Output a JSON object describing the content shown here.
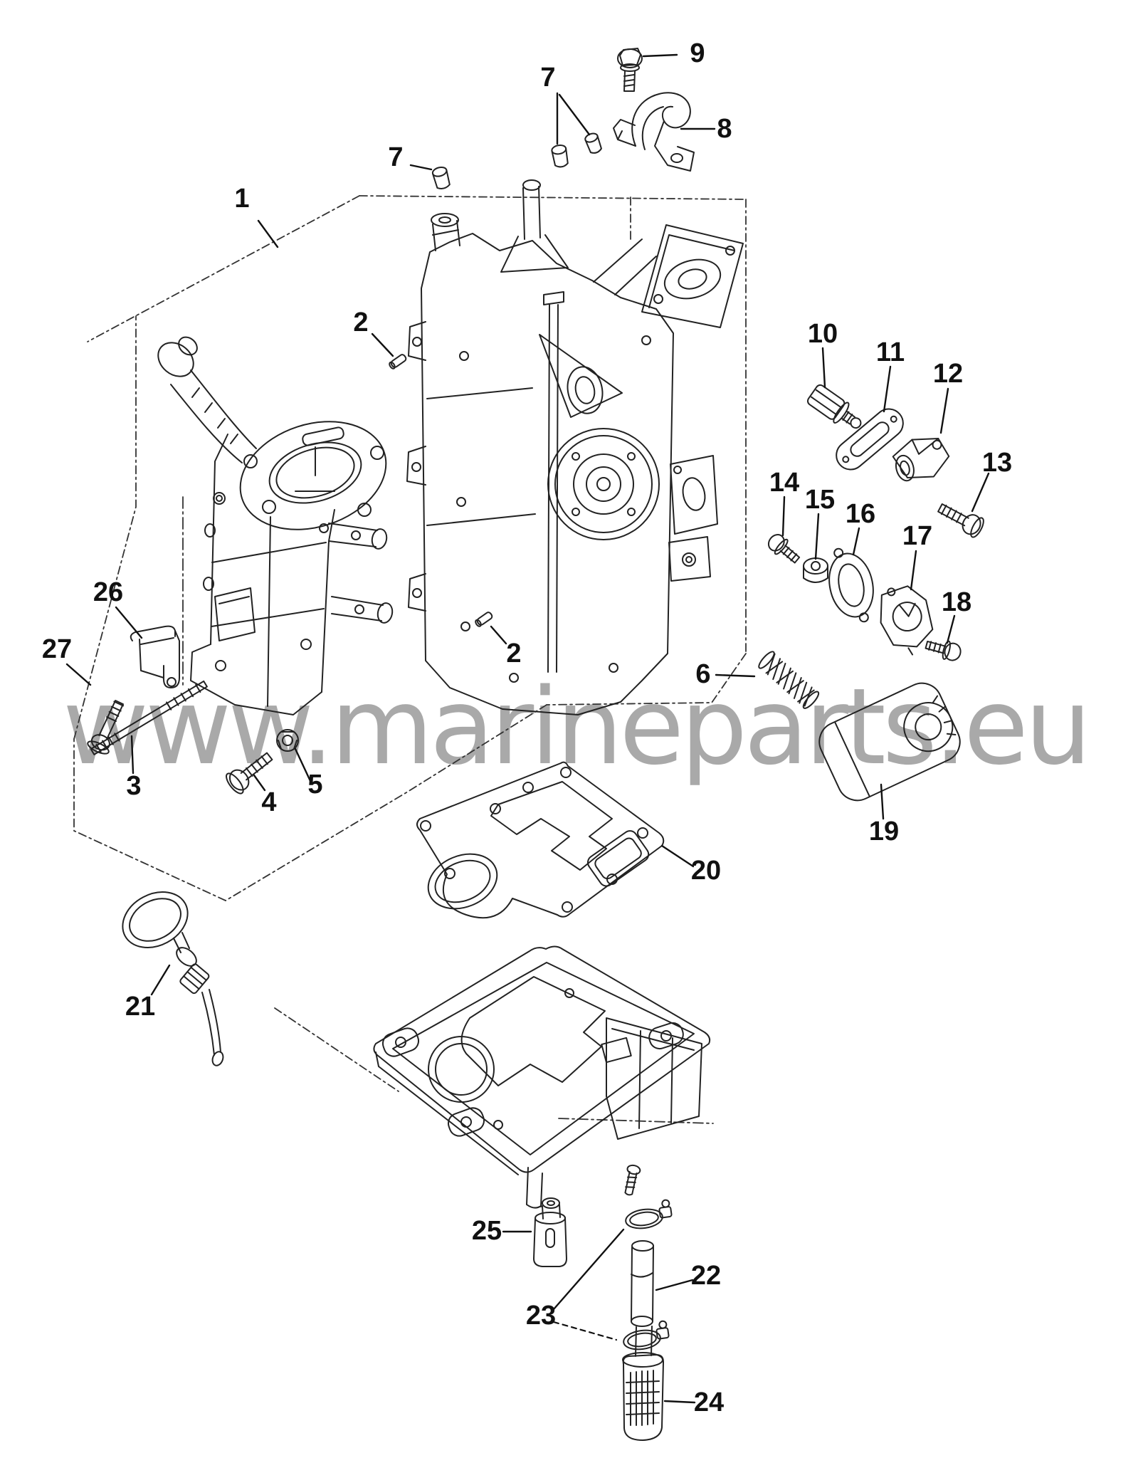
{
  "diagram": {
    "type": "exploded-parts-diagram",
    "watermark": "www.marineparts.eu",
    "colors": {
      "background": "#ffffff",
      "linework": "#222222",
      "labels": "#111111",
      "watermark": "#a9a9a9"
    },
    "callouts": [
      {
        "label": "1"
      },
      {
        "label": "2"
      },
      {
        "label": "2"
      },
      {
        "label": "3"
      },
      {
        "label": "4"
      },
      {
        "label": "5"
      },
      {
        "label": "6"
      },
      {
        "label": "7"
      },
      {
        "label": "7"
      },
      {
        "label": "8"
      },
      {
        "label": "9"
      },
      {
        "label": "10"
      },
      {
        "label": "11"
      },
      {
        "label": "12"
      },
      {
        "label": "13"
      },
      {
        "label": "14"
      },
      {
        "label": "15"
      },
      {
        "label": "16"
      },
      {
        "label": "17"
      },
      {
        "label": "18"
      },
      {
        "label": "19"
      },
      {
        "label": "20"
      },
      {
        "label": "21"
      },
      {
        "label": "22"
      },
      {
        "label": "23"
      },
      {
        "label": "24"
      },
      {
        "label": "25"
      },
      {
        "label": "26"
      },
      {
        "label": "27"
      }
    ]
  }
}
